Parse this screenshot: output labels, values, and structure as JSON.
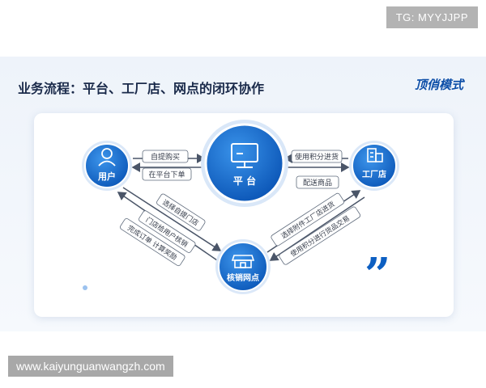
{
  "watermark_tag": "TG: MYYJJPP",
  "title": "业务流程：平台、工厂店、网点的闭环协作",
  "mode_label": "顶俏模式",
  "nodes": {
    "user": {
      "label": "用户",
      "icon": "user-icon"
    },
    "platform": {
      "label": "平 台",
      "icon": "monitor-icon"
    },
    "factory": {
      "label": "工厂店",
      "icon": "building-icon"
    },
    "outlet": {
      "label": "核销网点",
      "icon": "store-icon"
    }
  },
  "edges": {
    "user_platform_1": "自提购买",
    "user_platform_2": "在平台下单",
    "factory_platform_1": "使用积分进货",
    "factory_platform_2": "配送商品",
    "user_outlet_1": "选择自提门店",
    "user_outlet_2": "门店给用户核销",
    "user_outlet_3": "完成订单 计算奖励",
    "outlet_factory_1": "选择附件工厂店进货",
    "outlet_factory_2": "使用积分进行货品交易"
  },
  "quote_mark": "”",
  "footer_url": "www.kaiyunguanwangzh.com",
  "colors": {
    "primary": "#0d5fc2",
    "light": "#2f86e0",
    "dark": "#0a4a9e",
    "text": "#1a2a4a"
  }
}
